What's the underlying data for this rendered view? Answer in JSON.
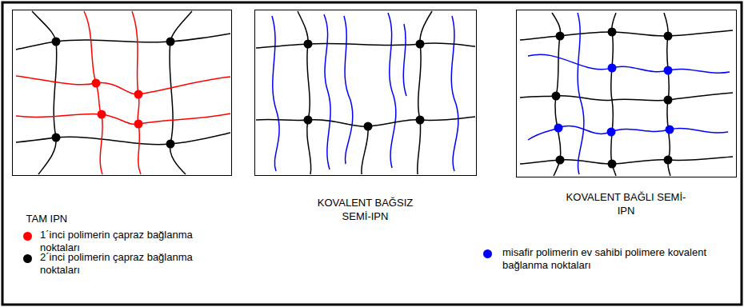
{
  "diagram": {
    "nodes": [
      {
        "text": [
          "TAM IPN"
        ]
      },
      {
        "text": [
          "KOVALENT BAĞSIZ SEMİ-IPN"
        ]
      },
      {
        "text": [
          "KOVALENT BAĞLI SEMİ-IPN"
        ]
      }
    ],
    "edges": [],
    "legend": [
      {
        "text": "1´inci polimerin çapraz bağlanma noktaları",
        "color": "#ff0000"
      },
      {
        "text": "2´inci polimerin çapraz bağlanma noktaları",
        "color": "#000000"
      },
      {
        "text": "misafir polimerin ev sahibi polimere kovalent bağlanma noktaları",
        "color": "#0000ff"
      }
    ]
  }
}
